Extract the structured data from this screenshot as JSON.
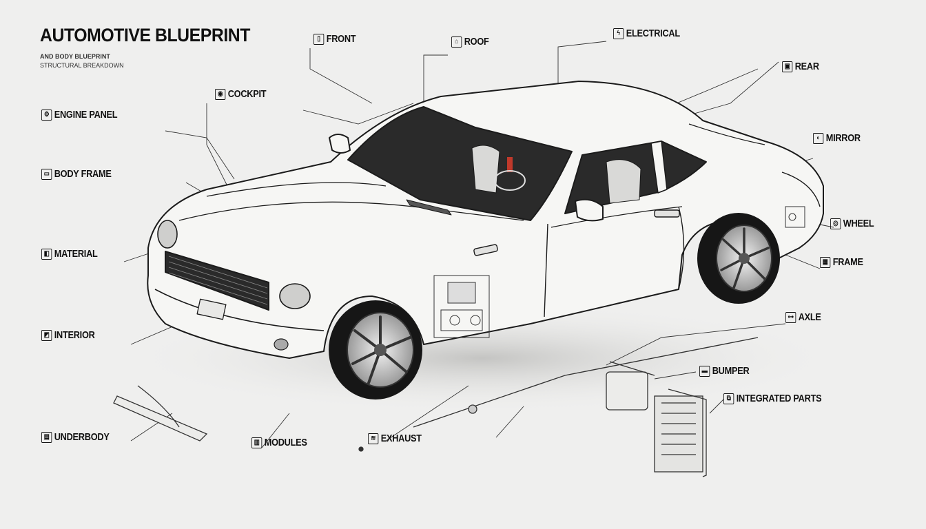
{
  "title": "AUTOMOTIVE BLUEPRINT",
  "title_lines": [
    "AND BODY BLUEPRINT",
    "STRUCTURAL BREAKDOWN"
  ],
  "callouts": {
    "engine_panel": {
      "heading": "ENGINE PANEL"
    },
    "body_frame": {
      "heading": "BODY FRAME"
    },
    "material": {
      "heading": "MATERIAL"
    },
    "interior": {
      "heading": "INTERIOR"
    },
    "underbody": {
      "heading": "UNDERBODY"
    },
    "front": {
      "heading": "FRONT"
    },
    "roof": {
      "heading": "ROOF"
    },
    "electrical": {
      "heading": "ELECTRICAL"
    },
    "rear": {
      "heading": "REAR"
    },
    "cockpit": {
      "heading": "COCKPIT"
    },
    "mirror": {
      "heading": "MIRROR"
    },
    "wheel": {
      "heading": "WHEEL"
    },
    "frame": {
      "heading": "FRAME"
    },
    "axle": {
      "heading": "AXLE"
    },
    "bumper": {
      "heading": "BUMPER"
    },
    "modules": {
      "heading": "MODULES"
    },
    "exhaust": {
      "heading": "EXHAUST"
    },
    "integrated_parts": {
      "heading": "INTEGRATED PARTS"
    }
  },
  "colors": {
    "background": "#efefee",
    "ink": "#111111",
    "body": "#f6f6f4",
    "glass": "#2a2a2a",
    "seat": "#d9d9d7",
    "accent": "#c0392b"
  }
}
